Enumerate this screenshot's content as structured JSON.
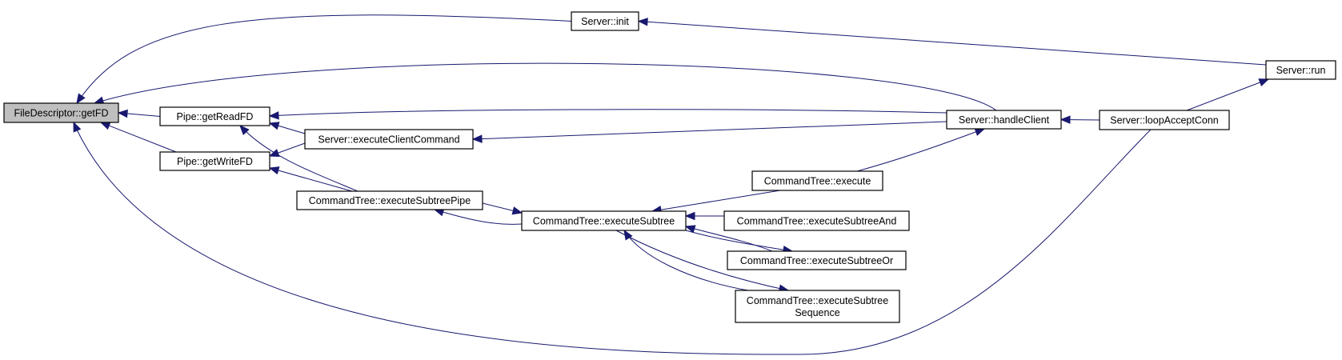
{
  "graph": {
    "kind": "caller graph",
    "root_node": "getfd",
    "nodes": {
      "getfd": {
        "label": [
          "FileDescriptor::getFD"
        ]
      },
      "init": {
        "label": [
          "Server::init"
        ]
      },
      "run": {
        "label": [
          "Server::run"
        ]
      },
      "getreadfd": {
        "label": [
          "Pipe::getReadFD"
        ]
      },
      "handleclient": {
        "label": [
          "Server::handleClient"
        ]
      },
      "loopacceptconn": {
        "label": [
          "Server::loopAcceptConn"
        ]
      },
      "executeclientcommand": {
        "label": [
          "Server::executeClientCommand"
        ]
      },
      "getwritefd": {
        "label": [
          "Pipe::getWriteFD"
        ]
      },
      "execute": {
        "label": [
          "CommandTree::execute"
        ]
      },
      "executesubtreepipe": {
        "label": [
          "CommandTree::executeSubtreePipe"
        ]
      },
      "executesubtree": {
        "label": [
          "CommandTree::executeSubtree"
        ]
      },
      "executesubtreeand": {
        "label": [
          "CommandTree::executeSubtreeAnd"
        ]
      },
      "executesubtreeor": {
        "label": [
          "CommandTree::executeSubtreeOr"
        ]
      },
      "executesubtreesequence": {
        "label": [
          "CommandTree::executeSubtree",
          "Sequence"
        ]
      }
    },
    "edges": [
      {
        "from": "init",
        "to": "getfd"
      },
      {
        "from": "handleclient",
        "to": "getfd"
      },
      {
        "from": "getreadfd",
        "to": "getfd"
      },
      {
        "from": "getwritefd",
        "to": "getfd"
      },
      {
        "from": "loopacceptconn",
        "to": "getfd"
      },
      {
        "from": "run",
        "to": "init"
      },
      {
        "from": "loopacceptconn",
        "to": "run"
      },
      {
        "from": "handleclient",
        "to": "getreadfd"
      },
      {
        "from": "executeclientcommand",
        "to": "getreadfd"
      },
      {
        "from": "executesubtreepipe",
        "to": "getreadfd"
      },
      {
        "from": "executeclientcommand",
        "to": "getwritefd"
      },
      {
        "from": "executesubtreepipe",
        "to": "getwritefd"
      },
      {
        "from": "loopacceptconn",
        "to": "handleclient"
      },
      {
        "from": "handleclient",
        "to": "executeclientcommand"
      },
      {
        "from": "execute",
        "to": "handleclient"
      },
      {
        "from": "executesubtree",
        "to": "executesubtreepipe"
      },
      {
        "from": "executesubtreepipe",
        "to": "executesubtree"
      },
      {
        "from": "execute",
        "to": "executesubtree"
      },
      {
        "from": "executesubtreeand",
        "to": "executesubtree"
      },
      {
        "from": "executesubtreeor",
        "to": "executesubtree"
      },
      {
        "from": "executesubtree",
        "to": "executesubtreeor"
      },
      {
        "from": "executesubtreesequence",
        "to": "executesubtree"
      },
      {
        "from": "executesubtree",
        "to": "executesubtreesequence"
      }
    ]
  },
  "colors": {
    "edge": "#191970",
    "root_fill": "#bfbfbf",
    "node_fill": "#ffffff",
    "node_border": "#000000"
  }
}
